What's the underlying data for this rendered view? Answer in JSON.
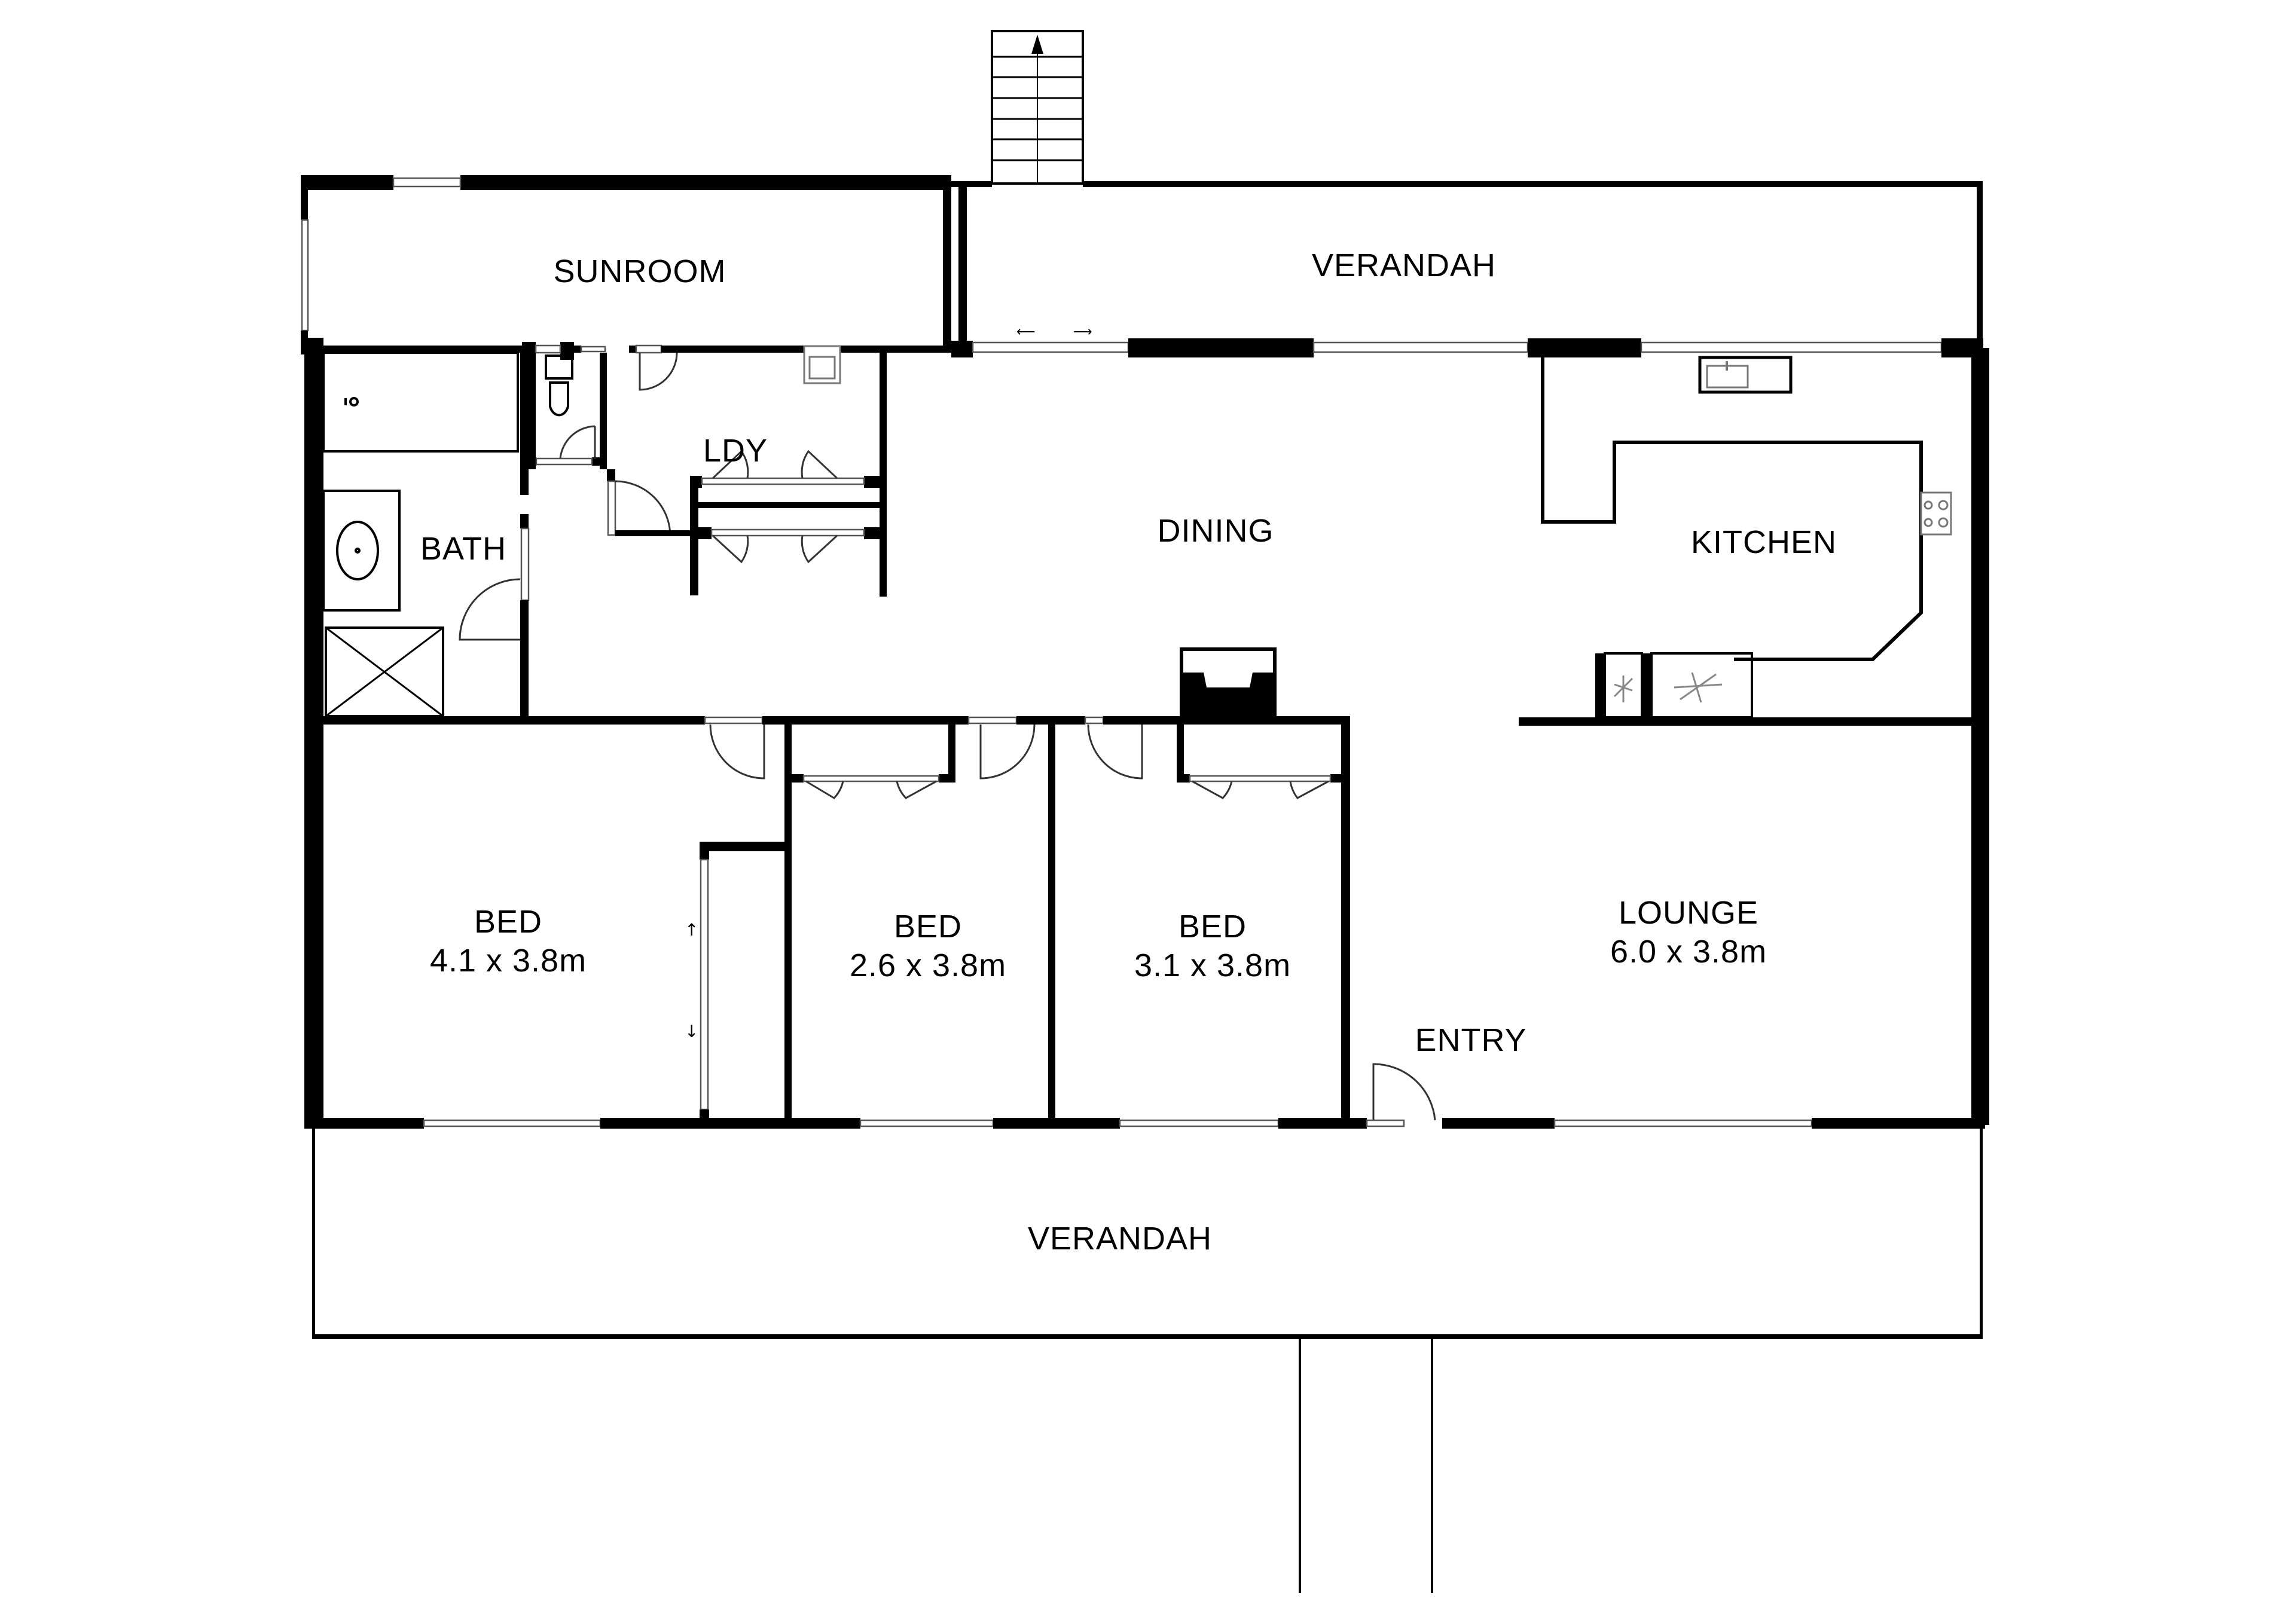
{
  "floorplan": {
    "rooms": {
      "sunroom": {
        "name": "SUNROOM"
      },
      "verandah_top": {
        "name": "VERANDAH"
      },
      "bath": {
        "name": "BATH"
      },
      "laundry": {
        "name": "LDY"
      },
      "dining": {
        "name": "DINING"
      },
      "kitchen": {
        "name": "KITCHEN"
      },
      "bed1": {
        "name": "BED",
        "size": "4.1 x 3.8m"
      },
      "bed2": {
        "name": "BED",
        "size": "2.6 x 3.8m"
      },
      "bed3": {
        "name": "BED",
        "size": "3.1 x 3.8m"
      },
      "lounge": {
        "name": "LOUNGE",
        "size": "6.0 x 3.8m"
      },
      "entry": {
        "name": "ENTRY"
      },
      "verandah_bottom": {
        "name": "VERANDAH"
      }
    },
    "icons": [
      "stairs-up-arrow-icon",
      "sliding-door-arrows-icon",
      "bathtub-icon",
      "toilet-icon",
      "vanity-basin-icon",
      "shower-icon",
      "laundry-tub-icon",
      "kitchen-sink-icon",
      "cooktop-icon",
      "appliance-fan-icon",
      "fireplace-icon"
    ],
    "colors": {
      "wall": "#000000",
      "background": "#ffffff",
      "fixture_stroke": "#777777"
    }
  }
}
